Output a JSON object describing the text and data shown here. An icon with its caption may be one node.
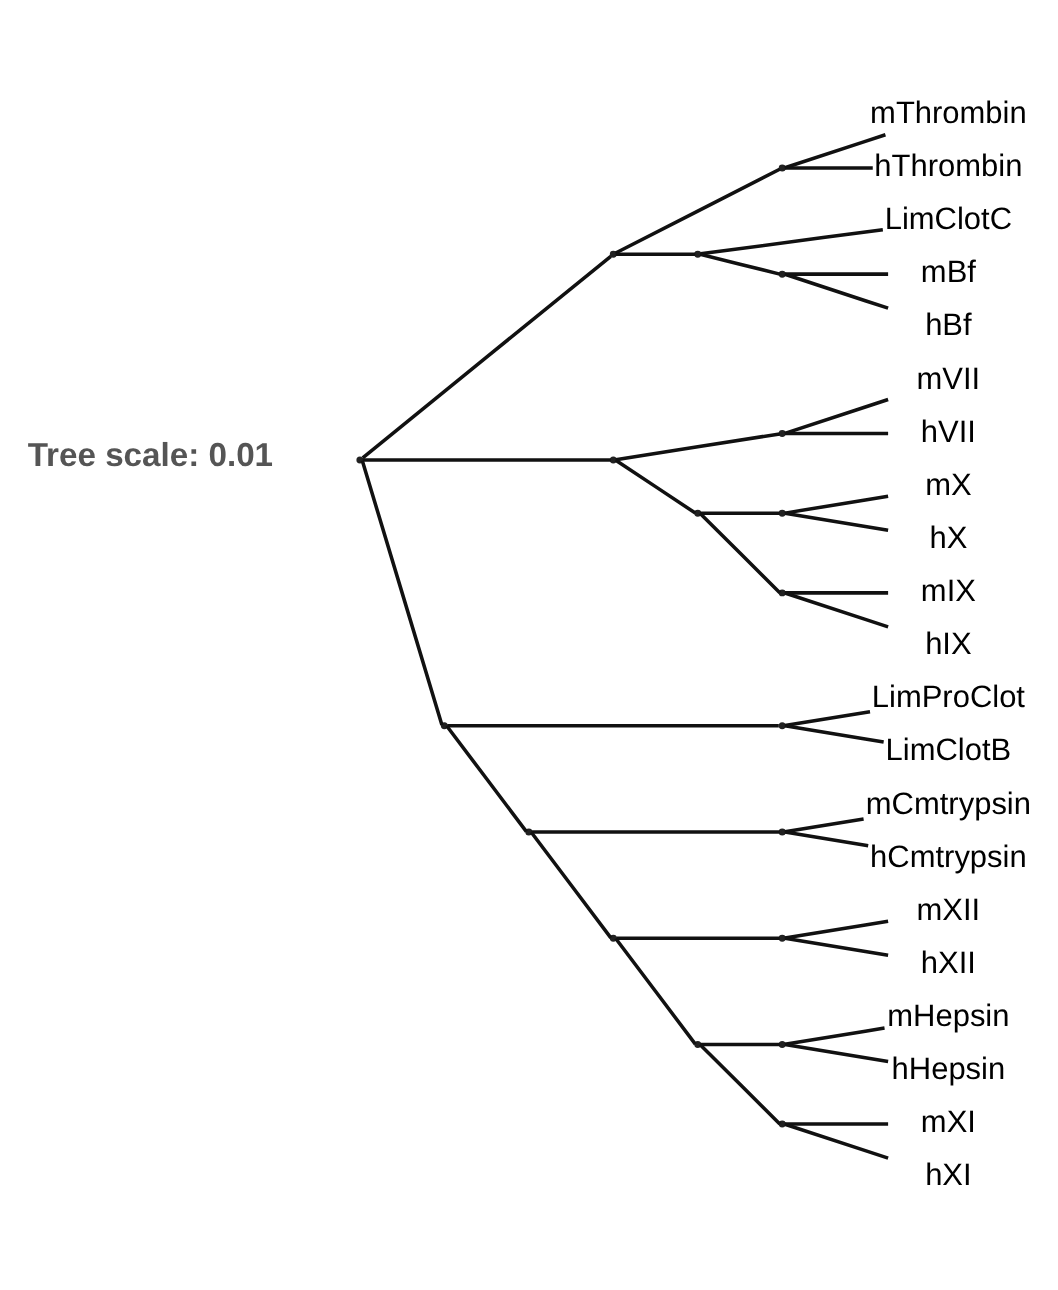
{
  "diagram": {
    "nodes": [
      {
        "text": [],
        "shape": "point"
      },
      {
        "text": [],
        "shape": "point"
      },
      {
        "text": [],
        "shape": "point"
      },
      {
        "text": [
          "mThrombin"
        ]
      },
      {
        "text": [
          "hThrombin"
        ]
      },
      {
        "text": [],
        "shape": "point"
      },
      {
        "text": [
          "LimClotC"
        ]
      },
      {
        "text": [],
        "shape": "point"
      },
      {
        "text": [
          "mBf"
        ]
      },
      {
        "text": [
          "hBf"
        ]
      },
      {
        "text": [],
        "shape": "point"
      },
      {
        "text": [],
        "shape": "point"
      },
      {
        "text": [
          "mVII"
        ]
      },
      {
        "text": [
          "hVII"
        ]
      },
      {
        "text": [],
        "shape": "point"
      },
      {
        "text": [],
        "shape": "point"
      },
      {
        "text": [
          "mX"
        ]
      },
      {
        "text": [
          "hX"
        ]
      },
      {
        "text": [],
        "shape": "point"
      },
      {
        "text": [
          "mIX"
        ]
      },
      {
        "text": [
          "hIX"
        ]
      },
      {
        "text": [],
        "shape": "point"
      },
      {
        "text": [],
        "shape": "point"
      },
      {
        "text": [
          "LimProClot"
        ]
      },
      {
        "text": [
          "LimClotB"
        ]
      },
      {
        "text": [],
        "shape": "point"
      },
      {
        "text": [],
        "shape": "point"
      },
      {
        "text": [
          "mCmtrypsin"
        ]
      },
      {
        "text": [
          "hCmtrypsin"
        ]
      },
      {
        "text": [],
        "shape": "point"
      },
      {
        "text": [],
        "shape": "point"
      },
      {
        "text": [
          "mXII"
        ]
      },
      {
        "text": [
          "hXII"
        ]
      },
      {
        "text": [],
        "shape": "point"
      },
      {
        "text": [],
        "shape": "point"
      },
      {
        "text": [
          "mHepsin"
        ]
      },
      {
        "text": [
          "hHepsin"
        ]
      },
      {
        "text": [],
        "shape": "point"
      },
      {
        "text": [
          "mXI"
        ]
      },
      {
        "text": [
          "hXI"
        ]
      }
    ],
    "edges": [
      {
        "from": 0,
        "to": 1,
        "arrow": "none"
      },
      {
        "from": 1,
        "to": 2,
        "arrow": "none"
      },
      {
        "from": 2,
        "to": 3,
        "arrow": "none"
      },
      {
        "from": 2,
        "to": 4,
        "arrow": "none"
      },
      {
        "from": 1,
        "to": 5,
        "arrow": "none"
      },
      {
        "from": 5,
        "to": 6,
        "arrow": "none"
      },
      {
        "from": 5,
        "to": 7,
        "arrow": "none"
      },
      {
        "from": 7,
        "to": 8,
        "arrow": "none"
      },
      {
        "from": 7,
        "to": 9,
        "arrow": "none"
      },
      {
        "from": 0,
        "to": 10,
        "arrow": "none"
      },
      {
        "from": 10,
        "to": 11,
        "arrow": "none"
      },
      {
        "from": 11,
        "to": 12,
        "arrow": "none"
      },
      {
        "from": 11,
        "to": 13,
        "arrow": "none"
      },
      {
        "from": 10,
        "to": 14,
        "arrow": "none"
      },
      {
        "from": 14,
        "to": 15,
        "arrow": "none"
      },
      {
        "from": 15,
        "to": 16,
        "arrow": "none"
      },
      {
        "from": 15,
        "to": 17,
        "arrow": "none"
      },
      {
        "from": 14,
        "to": 18,
        "arrow": "none"
      },
      {
        "from": 18,
        "to": 19,
        "arrow": "none"
      },
      {
        "from": 18,
        "to": 20,
        "arrow": "none"
      },
      {
        "from": 0,
        "to": 21,
        "arrow": "none"
      },
      {
        "from": 21,
        "to": 22,
        "arrow": "none"
      },
      {
        "from": 22,
        "to": 23,
        "arrow": "none"
      },
      {
        "from": 22,
        "to": 24,
        "arrow": "none"
      },
      {
        "from": 21,
        "to": 25,
        "arrow": "none"
      },
      {
        "from": 25,
        "to": 26,
        "arrow": "none"
      },
      {
        "from": 26,
        "to": 27,
        "arrow": "none"
      },
      {
        "from": 26,
        "to": 28,
        "arrow": "none"
      },
      {
        "from": 25,
        "to": 29,
        "arrow": "none"
      },
      {
        "from": 29,
        "to": 30,
        "arrow": "none"
      },
      {
        "from": 30,
        "to": 31,
        "arrow": "none"
      },
      {
        "from": 30,
        "to": 32,
        "arrow": "none"
      },
      {
        "from": 29,
        "to": 33,
        "arrow": "none"
      },
      {
        "from": 33,
        "to": 34,
        "arrow": "none"
      },
      {
        "from": 34,
        "to": 35,
        "arrow": "none"
      },
      {
        "from": 34,
        "to": 36,
        "arrow": "none"
      },
      {
        "from": 33,
        "to": 37,
        "arrow": "none"
      },
      {
        "from": 37,
        "to": 38,
        "arrow": "none"
      },
      {
        "from": 37,
        "to": 39,
        "arrow": "none"
      }
    ],
    "labels": [
      "Tree scale: 0.01"
    ]
  }
}
